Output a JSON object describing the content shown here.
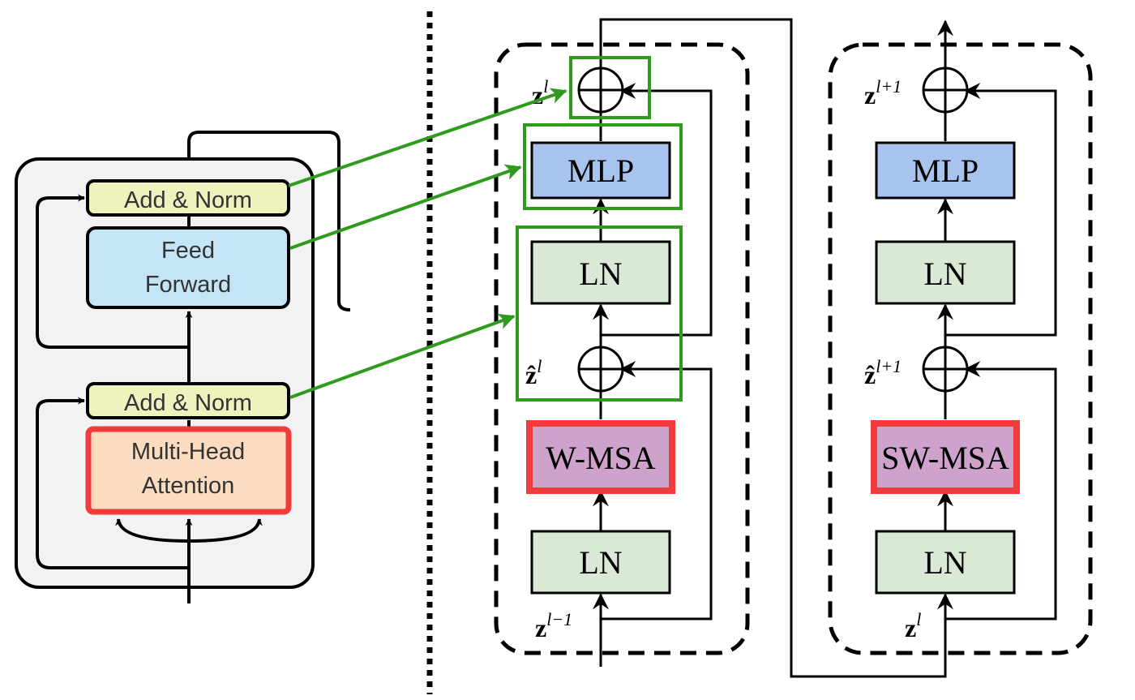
{
  "transformer": {
    "add_norm_top": "Add & Norm",
    "feed_forward_line1": "Feed",
    "feed_forward_line2": "Forward",
    "add_norm_bottom": "Add & Norm",
    "mha_line1": "Multi-Head",
    "mha_line2": "Attention"
  },
  "swin_block_1": {
    "mlp": "MLP",
    "ln_top": "LN",
    "attention": "W-MSA",
    "ln_bottom": "LN",
    "z_out": {
      "base": "z",
      "sup": "l"
    },
    "z_hat": {
      "base": "ẑ",
      "sup": "l"
    },
    "z_in": {
      "base": "z",
      "sup": "l−1"
    }
  },
  "swin_block_2": {
    "mlp": "MLP",
    "ln_top": "LN",
    "attention": "SW-MSA",
    "ln_bottom": "LN",
    "z_out": {
      "base": "z",
      "sup": "l+1"
    },
    "z_hat": {
      "base": "ẑ",
      "sup": "l+1"
    },
    "z_in": {
      "base": "z",
      "sup": "l"
    }
  },
  "colors": {
    "green_highlight": "#2e9b1c",
    "red_highlight": "#f23b3b",
    "add_norm_fill": "#eef2bd",
    "feed_forward_fill": "#c3e5f5",
    "mha_fill": "#fbdcc1",
    "mlp_fill": "#a7c3ee",
    "ln_fill": "#d9e9d6",
    "msa_fill": "#cfa2cb",
    "panel_fill": "#f2f2f2"
  }
}
